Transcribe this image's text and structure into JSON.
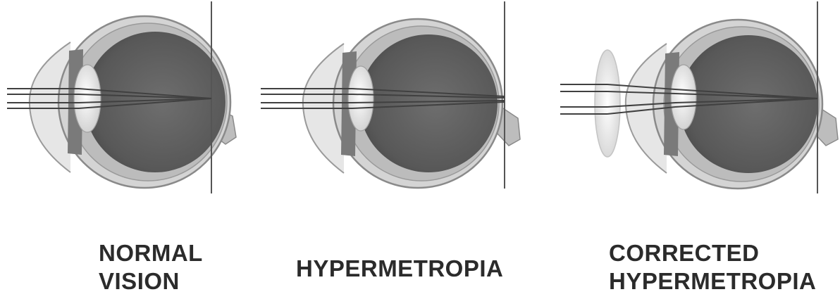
{
  "panels": [
    {
      "id": "normal-vision",
      "caption_lines": [
        "NORMAL",
        "VISION"
      ],
      "focus": "on-retina",
      "has_corrective_lens": false
    },
    {
      "id": "hypermetropia",
      "caption_lines": [
        "HYPERMETROPIA"
      ],
      "focus": "behind-retina",
      "has_corrective_lens": false
    },
    {
      "id": "corrected-hypermetropia",
      "caption_lines": [
        "CORRECTED",
        "HYPERMETROPIA"
      ],
      "focus": "on-retina",
      "has_corrective_lens": true,
      "lens_type": "convex"
    }
  ],
  "colors": {
    "eye_outer": "#d9d9d9",
    "eye_inner": "#5e5e5e",
    "eye_rim": "#8a8a8a",
    "lens": "#ececec",
    "ray": "#404040",
    "retina_line": "#555555",
    "caption": "#2b2b2b"
  }
}
